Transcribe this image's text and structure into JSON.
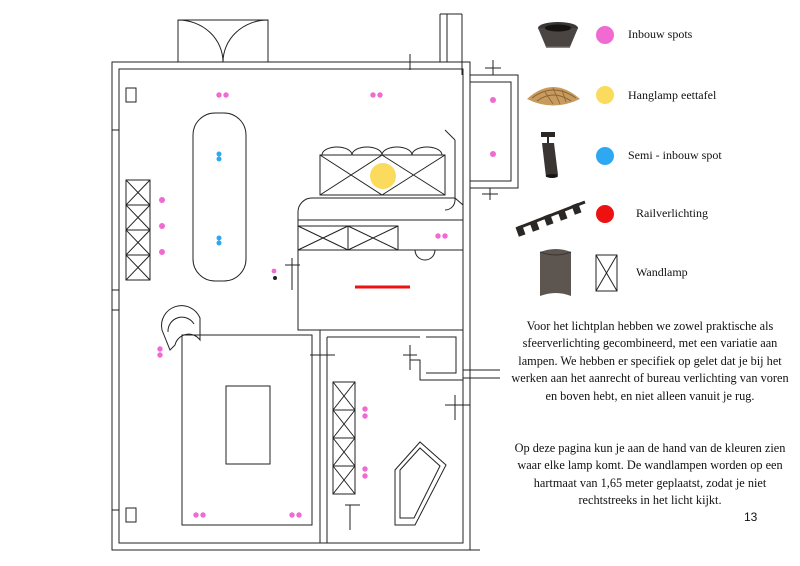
{
  "legend": {
    "items": [
      {
        "label": "Inbouw spots",
        "color": "#f06ad2"
      },
      {
        "label": "Hanglamp eettafel",
        "color": "#fbdb5e"
      },
      {
        "label": "Semi - inbouw spot",
        "color": "#2fa8f2"
      },
      {
        "label": "Railverlichting",
        "color": "#ee1111"
      },
      {
        "label": "Wandlamp",
        "color": ""
      }
    ]
  },
  "description": {
    "paragraph1": "Voor het lichtplan hebben we zowel praktische als sfeerverlichting gecombineerd, met een variatie aan lampen. We hebben er specifiek op gelet dat je bij het werken aan het aanrecht of bureau verlichting van voren en boven hebt, en niet alleen vanuit je rug.",
    "paragraph2": "Op deze pagina kun je aan de hand van de kleuren zien waar elke lamp komt. De wandlampen worden op een hartmaat van 1,65 meter geplaatst, zodat je niet rechtstreeks in het licht kijkt."
  },
  "page_number": "13"
}
